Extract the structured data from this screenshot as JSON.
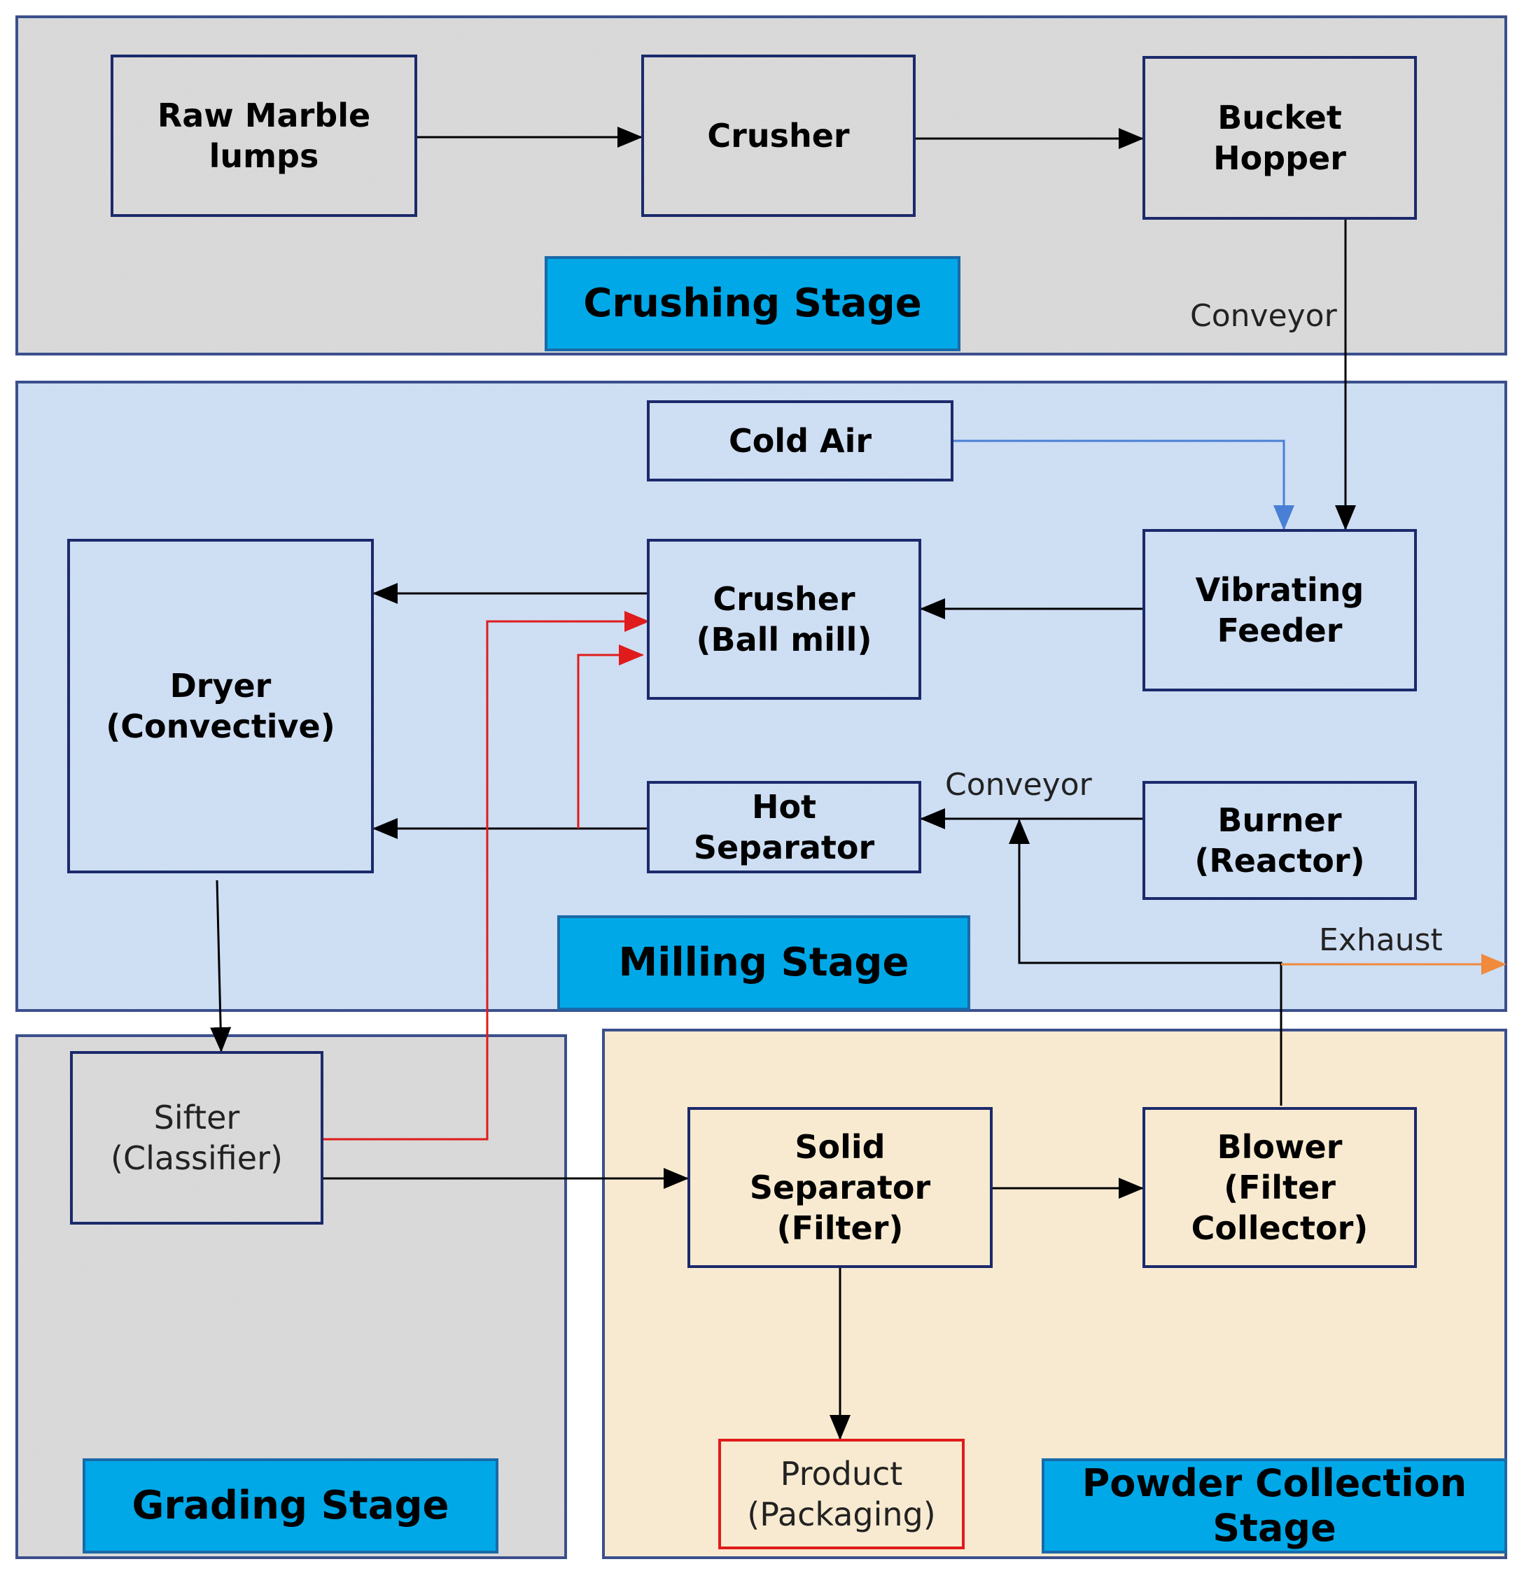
{
  "boxes": {
    "raw_marble": "Raw Marble\nlumps",
    "crusher_top": "Crusher",
    "bucket_hopper": "Bucket\nHopper",
    "cold_air": "Cold Air",
    "vibrating_feeder": "Vibrating\nFeeder",
    "crusher_ball_mill": "Crusher\n(Ball mill)",
    "dryer": "Dryer\n(Convective)",
    "hot_separator": "Hot\nSeparator",
    "burner": "Burner\n(Reactor)",
    "sifter": "Sifter\n(Classifier)",
    "solid_separator": "Solid\nSeparator\n(Filter)",
    "blower": "Blower\n(Filter\nCollector)",
    "product": "Product\n(Packaging)"
  },
  "stages": {
    "crushing": "Crushing Stage",
    "milling": "Milling Stage",
    "grading": "Grading Stage",
    "powder": "Powder Collection\nStage"
  },
  "edge_labels": {
    "conveyor_top": "Conveyor",
    "conveyor_mid": "Conveyor",
    "exhaust": "Exhaust"
  },
  "colors": {
    "main_flow": "#000000",
    "cold_air_flow": "#4a7fd6",
    "recycle_flow": "#e01b1b",
    "exhaust_flow": "#f08a3c",
    "stage_label_fill": "#00a8e8"
  }
}
